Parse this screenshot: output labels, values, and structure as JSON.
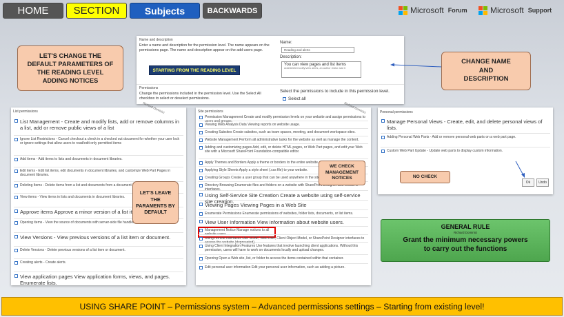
{
  "nav": {
    "home": "HOME",
    "section": "SECTION",
    "subjects": "Subjects",
    "backwards": "BACKWARDS"
  },
  "logos": {
    "forum_brand": "Microsoft",
    "forum_label": "Forum",
    "support_brand": "Microsoft",
    "support_label": "Support"
  },
  "name_panel": {
    "heading": "Name and description",
    "intro": "Enter a name and description for the permission level. The name appears on the permissions page. The name and description appear on the add users page.",
    "name_label": "Name:",
    "name_value": "Reading and alerts",
    "description_label": "Description:",
    "description_value": "You can view pages and list items",
    "description_sub": "Add/delete/modify/view alerts, an author visitor add it",
    "permissions_heading": "Permissions",
    "permissions_intro": "Change the permissions included in the permission level. Use the Select All checkbox to select or deselect permissions.",
    "permissions_right": "Select the permissions to include in this permission level.",
    "select_all": "Select all"
  },
  "blue_button": "STARTING FROM THE READING LEVEL",
  "callouts": {
    "change_defaults": "LET'S CHANGE THE DEFAULT PARAMETERS OF THE READING LEVEL ADDING NOTICES",
    "change_name": "CHANGE NAME AND DESCRIPTION",
    "leave_default": "LET'S LEAVE THE PARAMENTS BY DEFAULT",
    "check_management": "WE CHECK MANAGEMENT NOTICES",
    "no_check": "NO CHECK"
  },
  "list_panel": {
    "title": "List permissions",
    "watermark": "Richard Dominici",
    "items": [
      {
        "text": "List Management - Create and modify lists, add or remove columns in a list, add or remove public views of a list",
        "big": true
      },
      {
        "text": "Ignore List Restrictions - Cancel checkout a check in a checked out document for whether your user lock or ignore settings that allow users to read/edit only permitted items",
        "big": false
      },
      {
        "text": "Add items - Add items to lists and documents in document libraries.",
        "big": false
      },
      {
        "text": "Edit items - Edit list items, edit documents in document libraries, and customize Web Part Pages in document libraries.",
        "big": false
      },
      {
        "text": "Deleting Items - Delete items from a list and documents from a document library.",
        "big": false
      },
      {
        "text": "View items - View items in lists and documents in document libraries.",
        "big": false
      },
      {
        "text": "Approve items Approve a minor version of a list item or document.",
        "big": true
      },
      {
        "text": "Opening items - View the source of documents with server-side file handlers.",
        "big": false
      },
      {
        "text": "View Versions - View previous versions of a list item or document.",
        "big": true
      },
      {
        "text": "Delete Versions - Delete previous versions of a list item or document.",
        "big": false
      },
      {
        "text": "Creating alerts - Create alerts.",
        "big": false
      },
      {
        "text": "View application pages View application forms, views, and pages. Enumerate lists.",
        "big": true
      }
    ]
  },
  "site_panel": {
    "title": "Site permissions",
    "watermark": "Richard Dominici",
    "items": [
      {
        "text": "Permission Management Create and modify permission levels on your website and assign permissions to users and groups.",
        "big": false
      },
      {
        "text": "Viewing Web Analysis Data Viewing reports on website usage.",
        "big": false
      },
      {
        "text": "Creating Subsites Create subsites, such as team spaces, meeting, and document workspace sites.",
        "big": false
      },
      {
        "text": "Website Management Perform all administrative tasks for the website as well as manage the content.",
        "big": false
      },
      {
        "text": "Adding and customizing pages Add, edit, or delete HTML pages, or Web Part pages, and edit your Web site with a Microsoft SharePoint Foundation-compatible editor.",
        "big": false
      },
      {
        "text": "Apply Themes and Borders Apply a theme or borders to the entire website.",
        "big": false
      },
      {
        "text": "Applying Style Sheets Apply a style sheet (.css file) to your website.",
        "big": false
      },
      {
        "text": "Creating Groups Create a user group that can be used anywhere in the site collection.",
        "big": false
      },
      {
        "text": "Directory Browsing Enumerate files and folders on a website with SharePoint Designer and WebDAV interfaces.",
        "big": false
      },
      {
        "text": "Using Self-Service Site Creation Create a website using self-service site creation.",
        "big": true
      },
      {
        "text": "Viewing Pages Viewing Pages in a Web Site",
        "big": true
      },
      {
        "text": "Enumerate Permissions Enumerate permissions of websites, folder lists, documents, or list items.",
        "big": false
      },
      {
        "text": "View User Information View information about website users.",
        "big": true
      },
      {
        "text": "Management Notice Manage notices to all website users.",
        "big": false
      },
      {
        "text": "Using remote interfaces Use SOAP, Web DAV, Client Object Model, or SharePoint Designer interfaces to access the website (deprecated).",
        "big": false
      },
      {
        "text": "Using Client Integration Features Use features that involve launching client applications. Without this permission, users will have to work on documents locally and upload changes.",
        "big": false
      },
      {
        "text": "Opening Open a Web site, list, or folder to access the items contained within that container.",
        "big": false
      },
      {
        "text": "Edit personal user information Edit your personal user information, such as adding a picture.",
        "big": false
      }
    ]
  },
  "personal_panel": {
    "title": "Personal permissions",
    "items": [
      {
        "text": "Manage Personal Views - Create, edit, and delete personal views of lists.",
        "big": true
      },
      {
        "text": "Adding Personal Web Parts - Add or remove personal web parts on a web part page.",
        "big": false
      },
      {
        "text": "Custom Web Part Update - Update web parts to display custom information.",
        "big": false
      }
    ],
    "btn_ok": "Ok",
    "btn_cancel": "Undo"
  },
  "general_rule": {
    "title": "GENERAL RULE",
    "author": "Richard Dominici",
    "text": "Grant the minimum necessary powers to carry out the functions"
  },
  "footer": "USING SHARE POINT – Permissions system – Advanced permissions settings – Starting from existing level!",
  "colors": {
    "home_bg": "#555555",
    "section_bg": "#ffff00",
    "subjects_bg": "#1f5fbf",
    "callout": "#f8cbad",
    "rule_green": "#5cb85c",
    "footer_bg": "#ffc000"
  }
}
